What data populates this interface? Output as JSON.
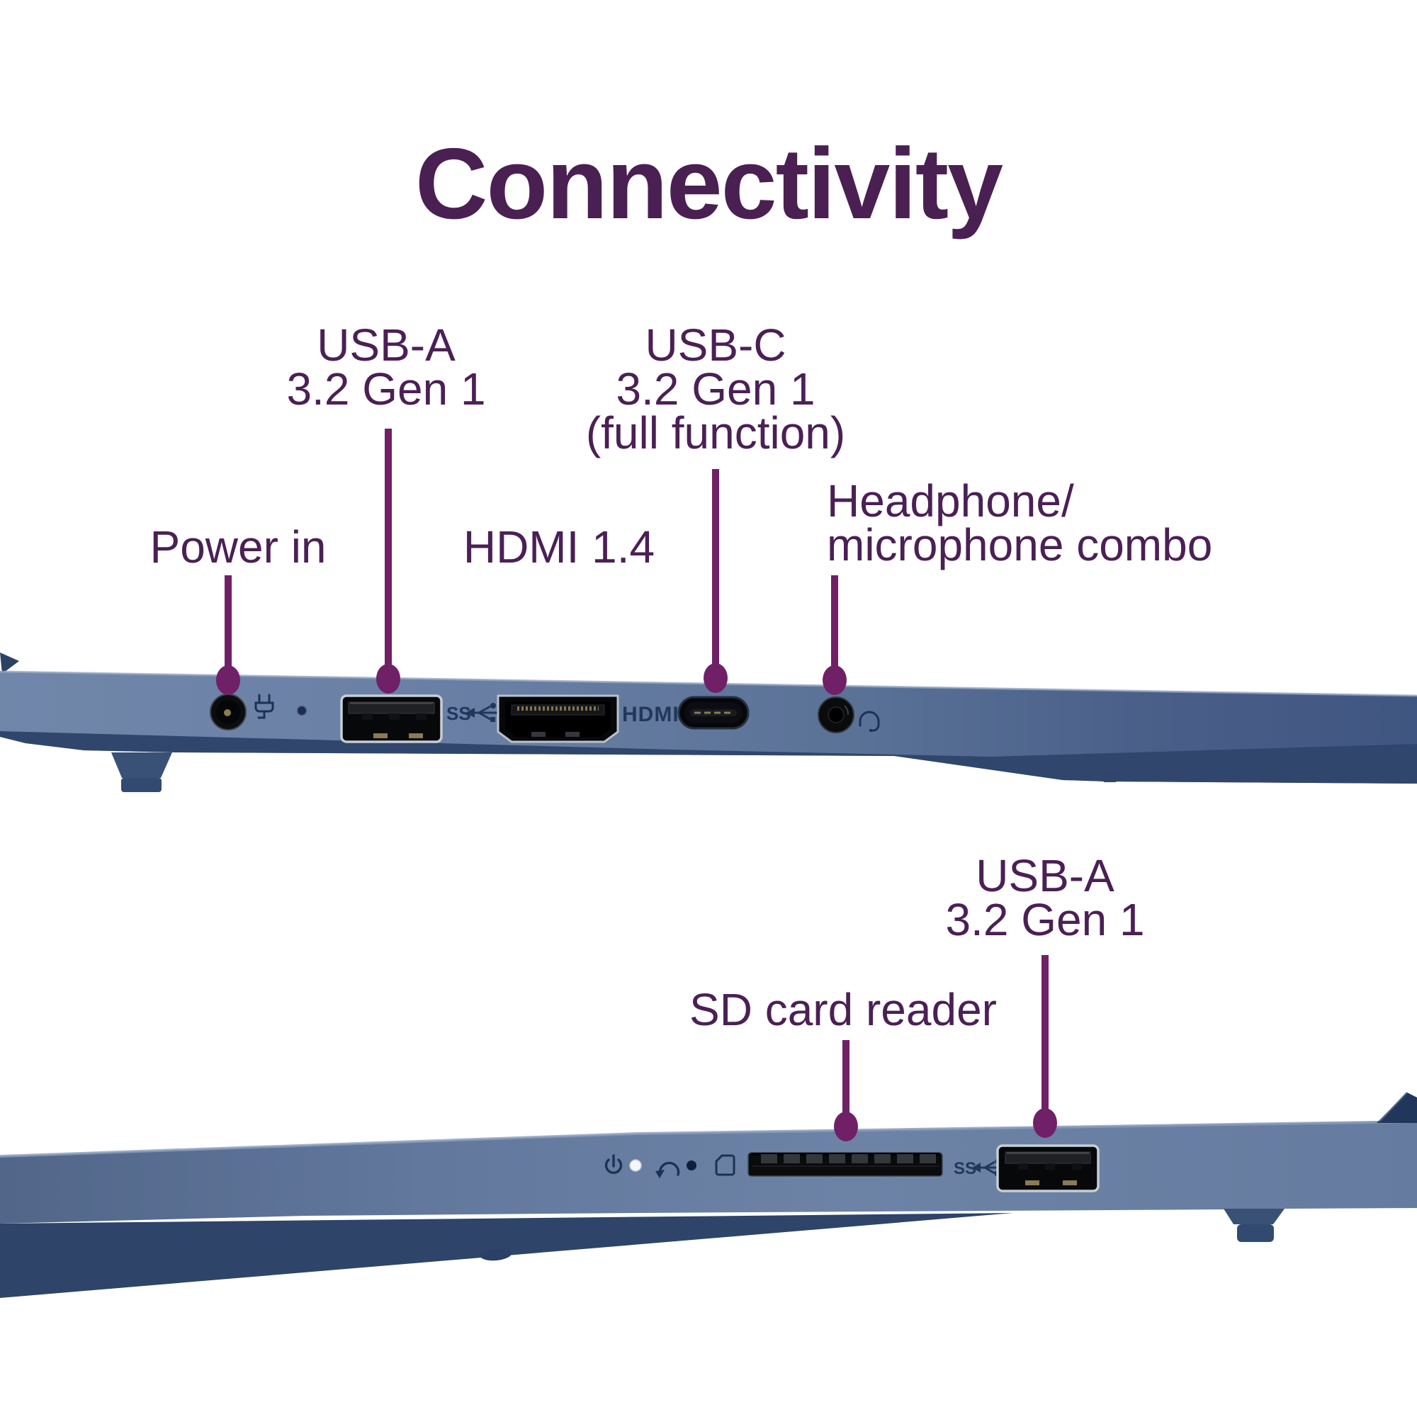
{
  "title": {
    "text": "Connectivity"
  },
  "colors": {
    "background": "#ffffff",
    "label_text": "#4b2055",
    "leader_line": "#702067",
    "laptop_light": "#7187aa",
    "laptop_dark": "#405682",
    "engraving": "#22375c"
  },
  "top_view": {
    "labels": {
      "usb_a": {
        "line1": "USB-A",
        "line2": "3.2 Gen 1"
      },
      "usb_c": {
        "line1": "USB-C",
        "line2": "3.2 Gen 1",
        "line3": "(full function)"
      },
      "power_in": {
        "line1": "Power in"
      },
      "hdmi": {
        "line1": "HDMI 1.4"
      },
      "headphone": {
        "line1": "Headphone/",
        "line2": "microphone combo"
      }
    },
    "engravings": {
      "hdmi_text": "HDMI",
      "usb_ss_text": "SS"
    }
  },
  "bottom_view": {
    "labels": {
      "usb_a": {
        "line1": "USB-A",
        "line2": "3.2 Gen 1"
      },
      "sd_reader": {
        "line1": "SD card reader"
      }
    },
    "engravings": {
      "usb_ss_text": "SS"
    }
  }
}
